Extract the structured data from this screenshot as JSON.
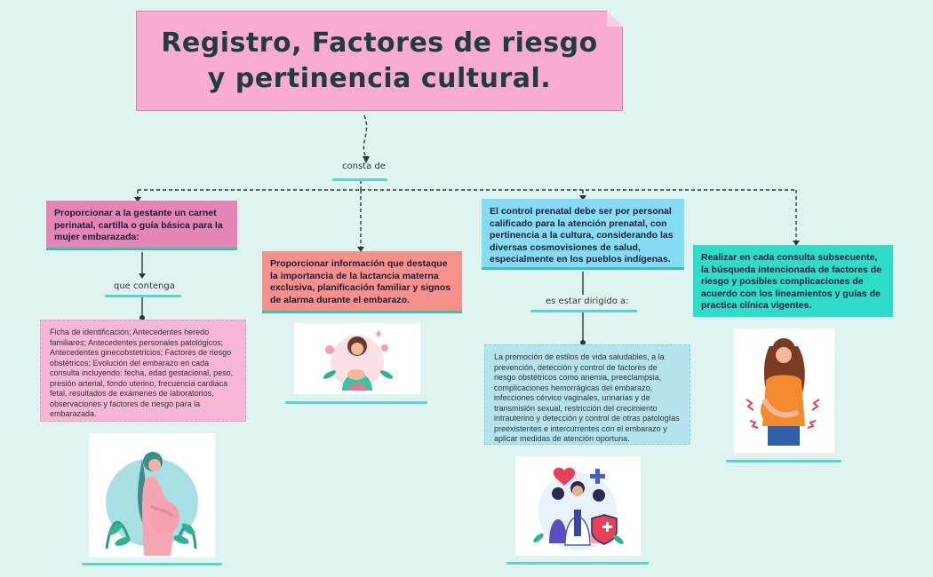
{
  "title": "Registro, Factores de riesgo y pertinencia cultural.",
  "connector_main": "consta de",
  "branches": [
    {
      "text": "Proporcionar a la gestante un carnet perinatal, cartilla o guía básica para la mujer embarazada:",
      "connector": "que contenga",
      "detail": "Ficha de identificación; Antecedentes heredo familiares; Antecedentes personales patológicos; Antecedentes ginecobstetricios; Factores de riesgo obstétricos; Evolución del embarazo en cada consulta incluyendo: fecha, edad gestacional, peso, presión arterial, fondo uterino, frecuencia cardiaca fetal, resultados de exámenes de laboratorios, observaciones y factores de riesgo para la embarazada.",
      "image": "pregnant-woman-leaves-illustration"
    },
    {
      "text": "Proporcionar información que destaque la importancia de la lactancia materna exclusiva, planificación familiar y signos de alarma durante el embarazo.",
      "image": "breastfeeding-mother-illustration"
    },
    {
      "text": "El control prenatal debe ser por personal calificado para la atención prenatal, con pertinencia a la cultura, considerando las diversas cosmovisiones de salud, especialmente en los pueblos indígenas.",
      "connector": "es estar dirigido a:",
      "detail": "La promoción de estilos de vida saludables, a la prevención, detección y control de factores de riesgo obstétricos como anemia, preeclampsia, complicaciones hemorrágicas del embarazo, infecciones cérvico vaginales, urinarias y de transmisión sexual, restricción del crecimiento intrauterino y detección y control de otras patologías preexistentes e intercurrentes con el embarazo y aplicar medidas de atención oportuna.",
      "image": "medical-team-illustration"
    },
    {
      "text": "Realizar en cada consulta subsecuente, la búsqueda intencionada de factores de riesgo y posibles complicaciones de acuerdo con los lineamientos y guías de practica clínica vigentes.",
      "image": "pregnant-woman-pain-illustration"
    }
  ],
  "colors": {
    "background": "#dff4f1",
    "title_box": "#f9acd0",
    "box1": "#e585b6",
    "box2": "#f7908a",
    "box3": "#86dcf4",
    "box4": "#2fdcc8",
    "accent": "#5ad6c8"
  }
}
